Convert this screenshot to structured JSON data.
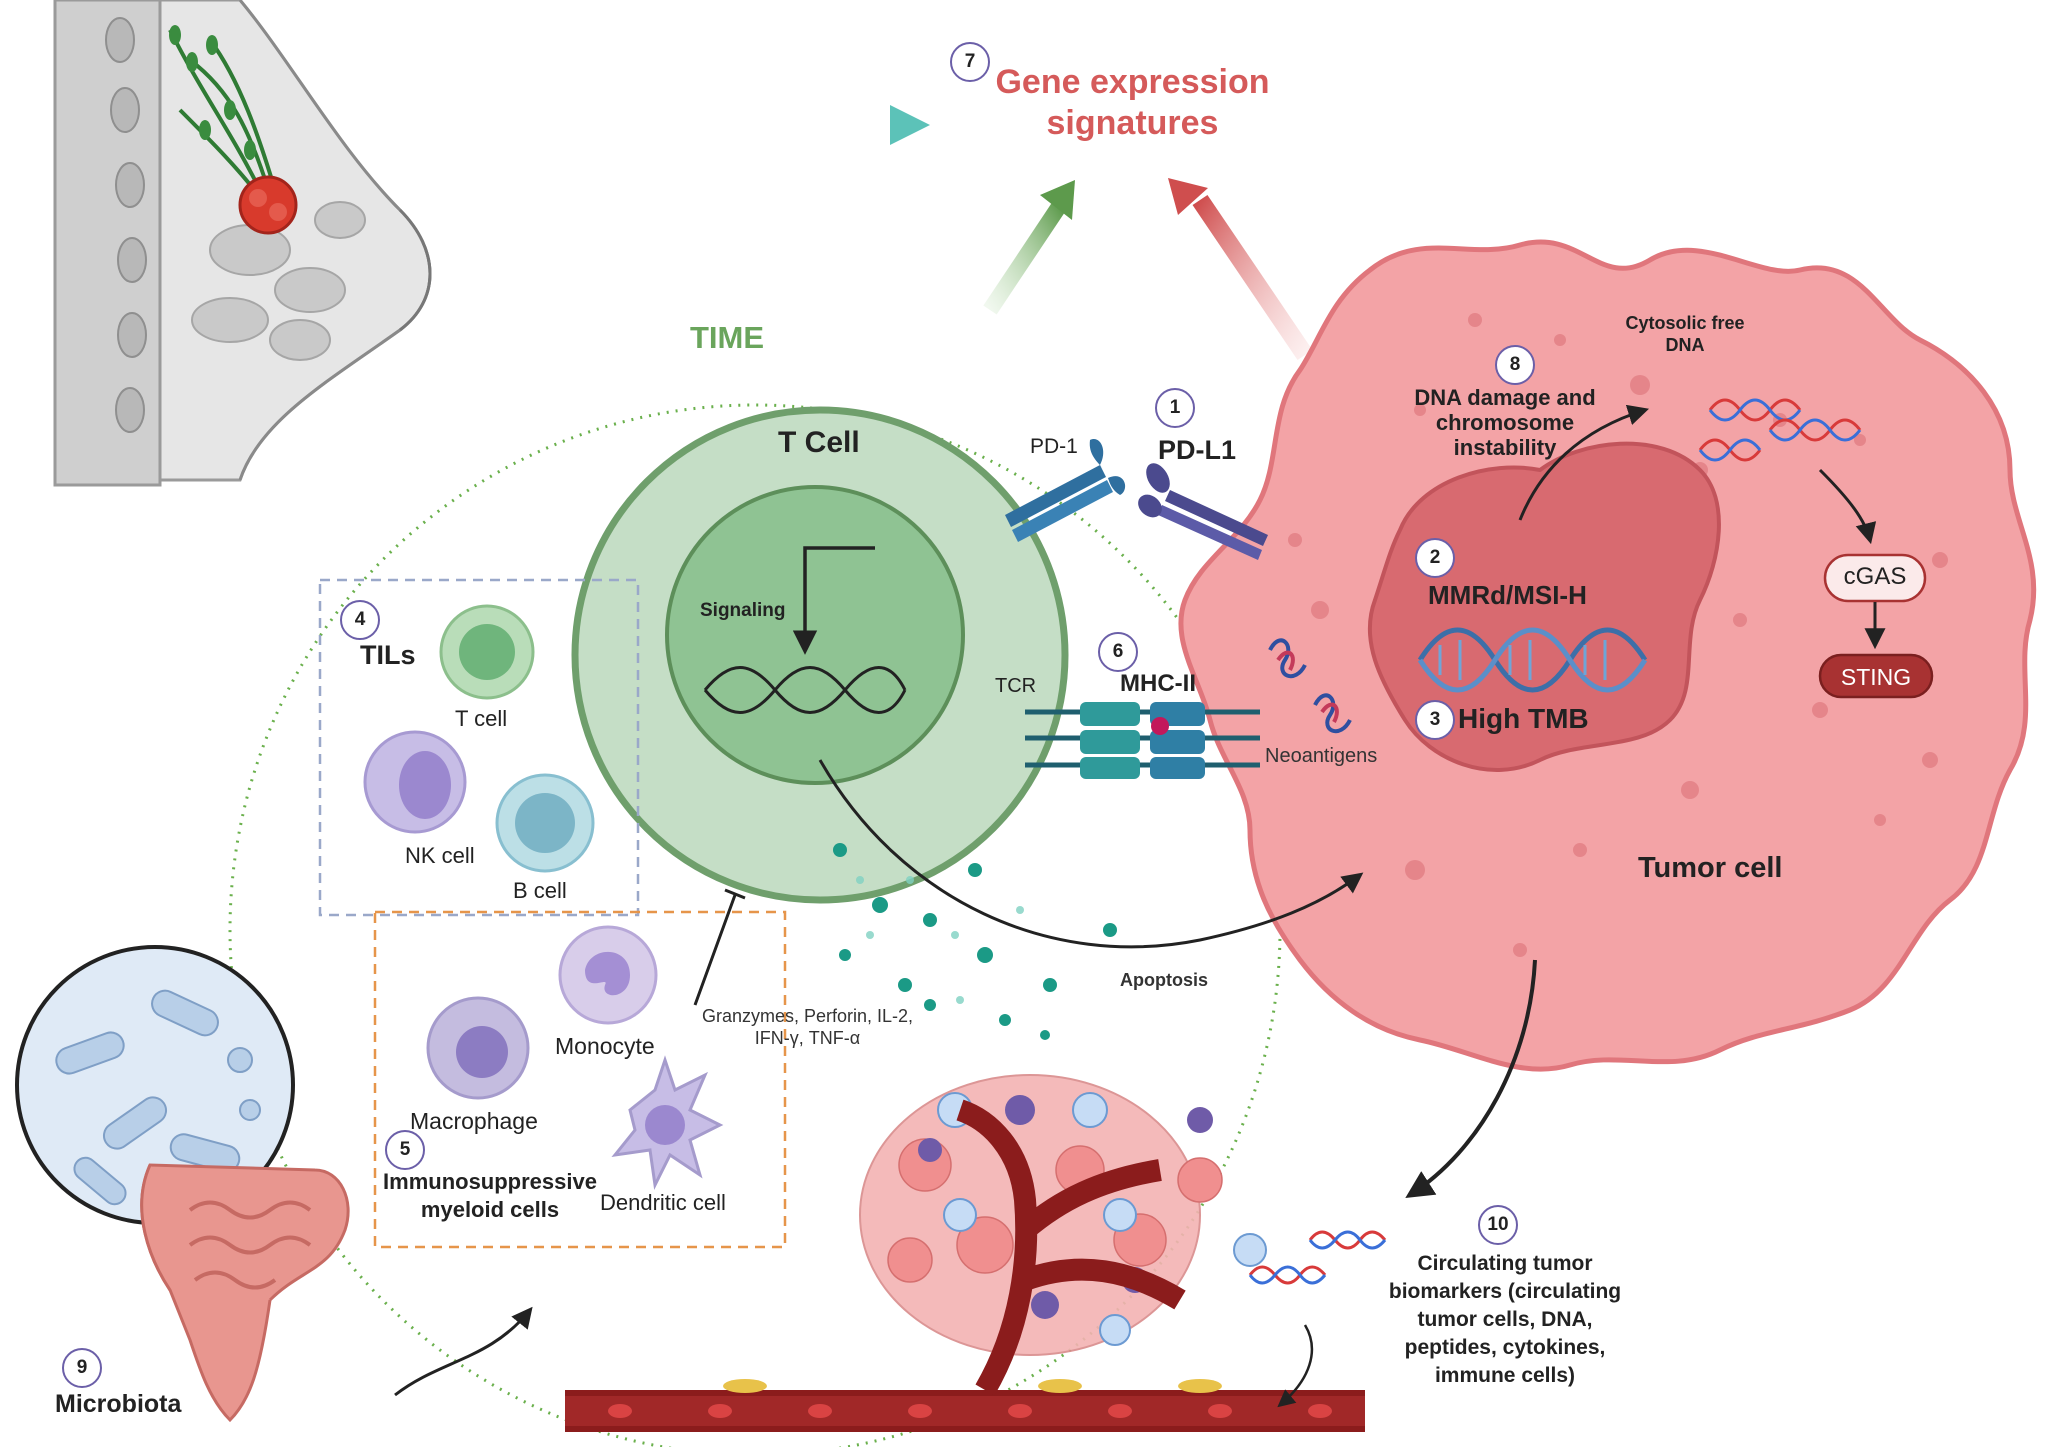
{
  "numbers": {
    "n1": "1",
    "n2": "2",
    "n3": "3",
    "n4": "4",
    "n5": "5",
    "n6": "6",
    "n7": "7",
    "n8": "8",
    "n9": "9",
    "n10": "10"
  },
  "labels": {
    "gene_expression": "Gene expression signatures",
    "time": "TIME",
    "t_cell": "T Cell",
    "signaling": "Signaling",
    "pd1": "PD-1",
    "pdl1": "PD-L1",
    "tcr": "TCR",
    "mhc2": "MHC-II",
    "neoantigens": "Neoantigens",
    "dna_damage": "DNA damage and chromosome instability",
    "cytosolic": "Cytosolic free DNA",
    "mmrd": "MMRd/MSI-H",
    "high_tmb": "High TMB",
    "cgas": "cGAS",
    "sting": "STING",
    "tumor_cell": "Tumor cell",
    "tils": "TILs",
    "til_t_cell": "T cell",
    "nk_cell": "NK cell",
    "b_cell": "B cell",
    "monocyte": "Monocyte",
    "macrophage": "Macrophage",
    "dendritic": "Dendritic cell",
    "immunosuppressive": "Immunosuppressive myeloid cells",
    "granzymes": "Granzymes, Perforin, IL-2, IFN-γ, TNF-α",
    "apoptosis": "Apoptosis",
    "microbiota": "Microbiota",
    "circulating": "Circulating tumor biomarkers (circulating tumor cells, DNA, peptides, cytokines, immune cells)"
  },
  "colors": {
    "gene_red": "#d55a5a",
    "time_green": "#6aa55c",
    "tumor_pink": "#f3a3a6",
    "tumor_border": "#e0767c",
    "nucleus": "#d86a70",
    "tcell_outer": "#c5dec6",
    "tcell_inner": "#8fc393",
    "sting": "#a83232",
    "vessel": "#8b1c1c"
  }
}
